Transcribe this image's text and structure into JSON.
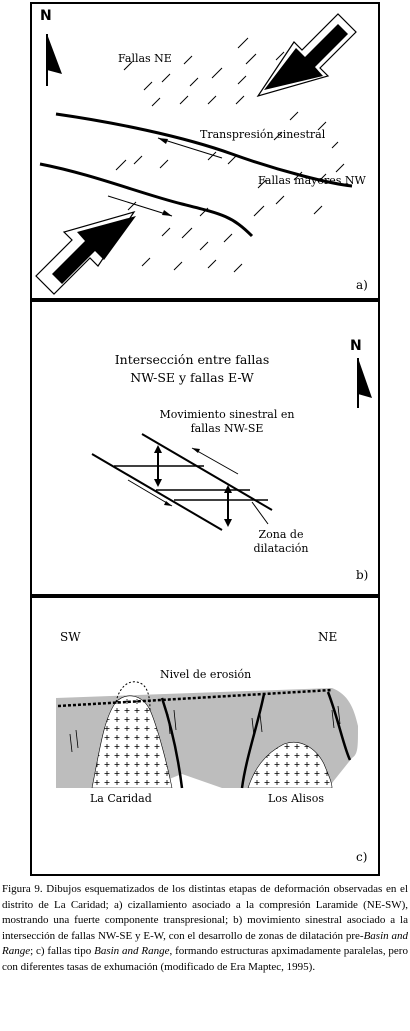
{
  "panel_a": {
    "north": "N",
    "label_ne_faults": "Fallas NE",
    "label_transpression": "Transpresión sinestral",
    "label_major_faults": "Fallas mayores NW",
    "panel_letter": "a)"
  },
  "panel_b": {
    "north": "N",
    "title_line1": "Intersección entre fallas",
    "title_line2": "NW-SE y fallas E-W",
    "movement_line1": "Movimiento sinestral en",
    "movement_line2": "fallas NW-SE",
    "dilation_line1": "Zona de",
    "dilation_line2": "dilatación",
    "panel_letter": "b)"
  },
  "panel_c": {
    "label_sw": "SW",
    "label_ne": "NE",
    "label_erosion": "Nivel de erosión",
    "label_la_caridad": "La Caridad",
    "label_los_alisos": "Los Alisos",
    "panel_letter": "c)"
  },
  "caption": {
    "part1": "Figura 9. Dibujos esquematizados de los distintas etapas de deformación observadas en el distrito de La Caridad; a) cizallamiento asociado a la compresión Laramide (NE-SW), mostrando una fuerte componente transpresional; b) movimiento sinestral asociado a la intersección de fallas NW-SE y E-W, con el desarrollo de zonas de dilatación pre-",
    "italic1": "Basin and Range",
    "part2": "; c) fallas tipo ",
    "italic2": "Basin and Range",
    "part3": ", formando estructuras apximadamente paralelas, pero con diferentes tasas de exhumación (modificado de Era Maptec, 1995)."
  }
}
